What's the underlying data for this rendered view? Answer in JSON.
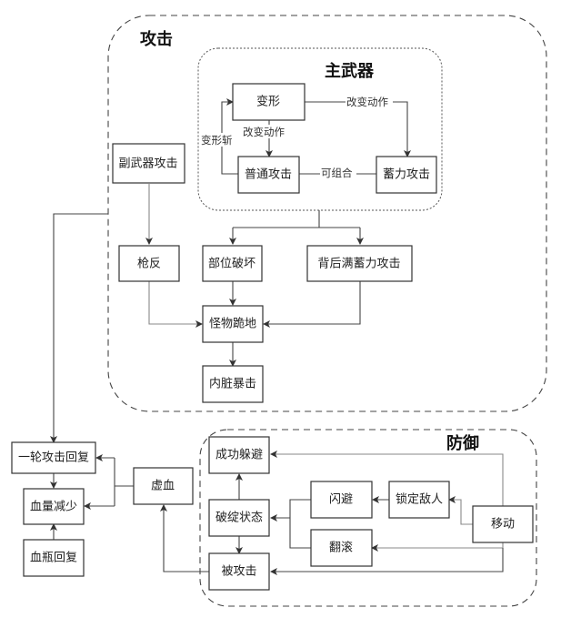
{
  "groups": {
    "attack": {
      "title": "攻击"
    },
    "main_weapon": {
      "title": "主武器"
    },
    "defense": {
      "title": "防御"
    }
  },
  "nodes": {
    "transform": "变形",
    "normal_attack": "普通攻击",
    "charge_attack": "蓄力攻击",
    "sub_weapon_attack": "副武器攻击",
    "gun_counter": "枪反",
    "part_break": "部位破坏",
    "back_full_charge": "背后满蓄力攻击",
    "monster_down": "怪物跪地",
    "organ_crit": "内脏暴击",
    "round_attack_recover": "一轮攻击回复",
    "hp_decrease": "血量减少",
    "potion_recover": "血瓶回复",
    "virtual_hp": "虚血",
    "dodge_success": "成功躲避",
    "stagger_state": "破绽状态",
    "get_hit": "被攻击",
    "evade": "闪避",
    "roll": "翻滚",
    "lock_enemy": "锁定敌人",
    "move": "移动"
  },
  "edge_labels": {
    "change_action_1": "改变动作",
    "change_action_2": "改变动作",
    "transform_slash": "变形斩",
    "combinable": "可组合"
  }
}
